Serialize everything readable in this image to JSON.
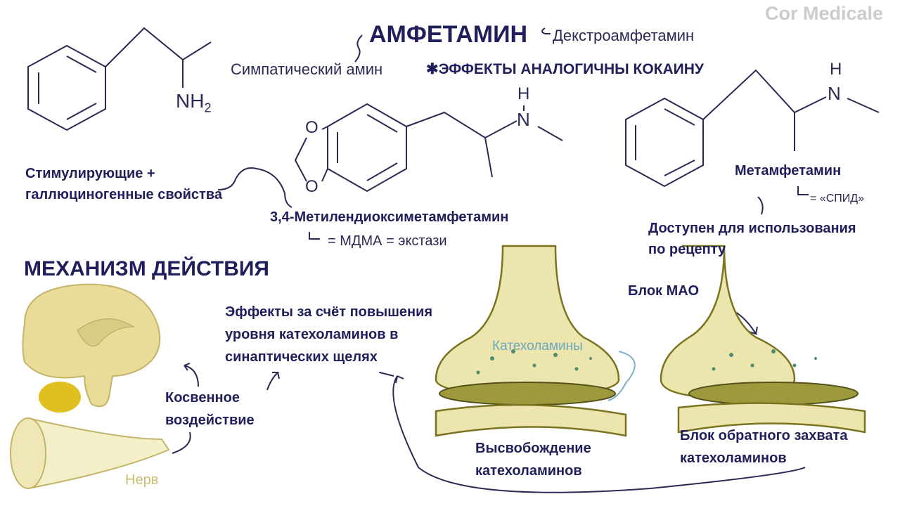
{
  "logo": "Cor Medicale",
  "title": "АМФЕТАМИН",
  "dextro": "Декстроамфетамин",
  "sympathetic": "Симпатический амин",
  "effects_note": "✱ЭФФЕКТЫ АНАЛОГИЧНЫ КОКАИНУ",
  "nh2": "NH",
  "nh2_sub": "2",
  "n_label": "N",
  "h_label": "H",
  "o_label": "O",
  "stimulating": [
    "Стимулирующие +",
    "галлюциногенные свойства"
  ],
  "mdma_name": "3,4-Метилендиоксиметамфетамин",
  "mdma_alias": "= МДМА = экстази",
  "meth_name": "Метамфетамин",
  "meth_alias": "= «СПИД»",
  "prescription": [
    "Доступен для использования",
    "по рецепту"
  ],
  "mechanism": "МЕХАНИЗМ ДЕЙСТВИЯ",
  "effects": [
    "Эффекты за счёт повышения",
    "уровня катехоламинов в",
    "синаптических щелях"
  ],
  "indirect": [
    "Косвенное",
    "воздействие"
  ],
  "nerve": "Нерв",
  "catecholamines": "Катехоламины",
  "release": [
    "Высвобождение",
    "катехоламинов"
  ],
  "mao_block": "Блок МАО",
  "reuptake_block": [
    "Блок обратного захвата",
    "катехоламинов"
  ],
  "colors": {
    "text": "#1f1f5c",
    "bulb": "#ece5ad",
    "cleft": "#9c9a3c",
    "accent": "#5aa0b8"
  }
}
